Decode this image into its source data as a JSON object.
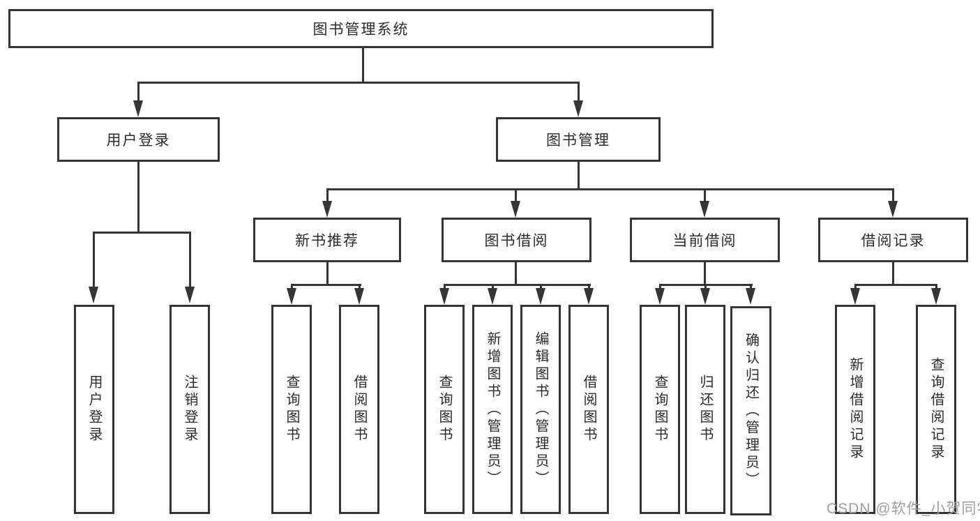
{
  "diagram_title": "图书管理系统",
  "tree": {
    "label": "图书管理系统",
    "children": [
      {
        "label": "用户登录",
        "children": [
          {
            "label": "用户登录"
          },
          {
            "label": "注销登录"
          }
        ]
      },
      {
        "label": "图书管理",
        "children": [
          {
            "label": "新书推荐",
            "children": [
              {
                "label": "查询图书"
              },
              {
                "label": "借阅图书"
              }
            ]
          },
          {
            "label": "图书借阅",
            "children": [
              {
                "label": "查询图书"
              },
              {
                "label": "新增图书（管理员）"
              },
              {
                "label": "编辑图书（管理员）"
              },
              {
                "label": "借阅图书"
              }
            ]
          },
          {
            "label": "当前借阅",
            "children": [
              {
                "label": "查询图书"
              },
              {
                "label": "归还图书"
              },
              {
                "label": "确认归还（管理员）"
              }
            ]
          },
          {
            "label": "借阅记录",
            "children": [
              {
                "label": "新增借阅记录"
              },
              {
                "label": "查询借阅记录"
              }
            ]
          }
        ]
      }
    ]
  },
  "watermark": {
    "text": "CSDN @软件_小贺同学"
  },
  "colors": {
    "background": "#ffffff",
    "box_border": "#353535",
    "connector": "#353535",
    "text": "#2b2b2b",
    "watermark": "#9e9e9e"
  }
}
